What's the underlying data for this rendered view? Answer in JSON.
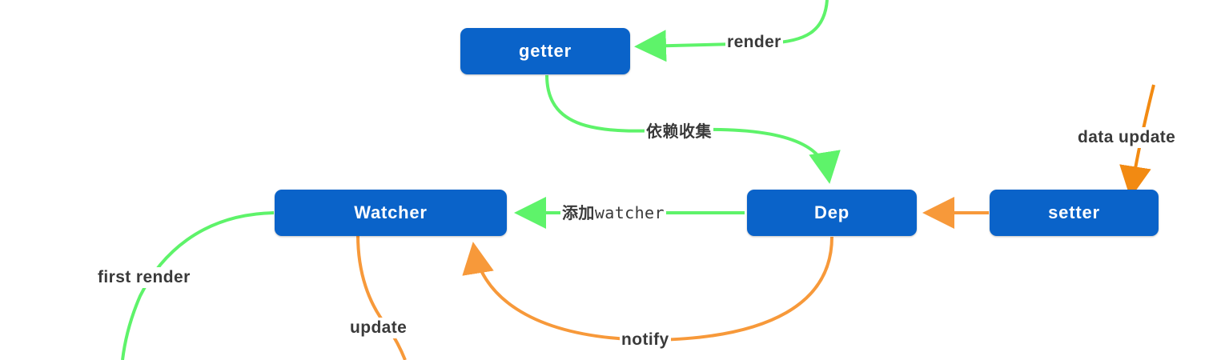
{
  "nodes": {
    "getter": "getter",
    "watcher": "Watcher",
    "dep": "Dep",
    "setter": "setter"
  },
  "edges": {
    "render": "render",
    "collect": "依赖收集",
    "add_watcher_prefix": "添加",
    "add_watcher_suffix": "watcher",
    "data_update": "data update",
    "first_render": "first render",
    "update": "update",
    "notify": "notify"
  },
  "colors": {
    "node_fill": "#0a63c9",
    "green": "#5ef36a",
    "orange": "#f7993a",
    "label_text": "#3a3a3a"
  }
}
